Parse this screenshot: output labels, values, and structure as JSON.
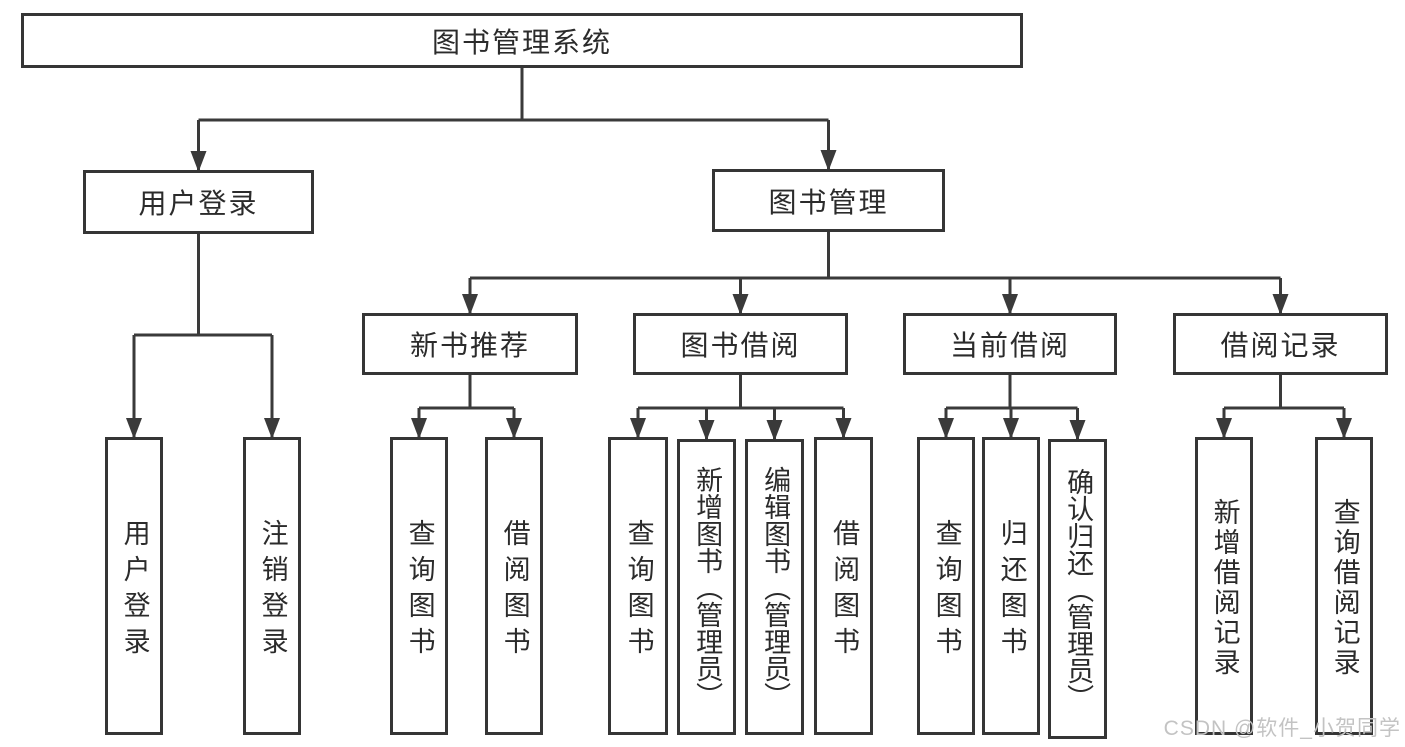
{
  "diagram": {
    "title": "图书管理系统",
    "watermark": "CSDN @软件_小贺同学",
    "colors": {
      "line": "#3a3a3a",
      "border": "#353535",
      "text": "#2b2b2b",
      "watermark": "#c3c3c3",
      "background": "#ffffff"
    },
    "nodes": [
      {
        "id": "root",
        "label": "图书管理系统"
      },
      {
        "id": "user-login-group",
        "label": "用户登录"
      },
      {
        "id": "book-mgmt",
        "label": "图书管理"
      },
      {
        "id": "new-books",
        "label": "新书推荐"
      },
      {
        "id": "book-borrow",
        "label": "图书借阅"
      },
      {
        "id": "current-borrow",
        "label": "当前借阅"
      },
      {
        "id": "borrow-records",
        "label": "借阅记录"
      },
      {
        "id": "user-login",
        "label": "用户登录"
      },
      {
        "id": "logout",
        "label": "注销登录"
      },
      {
        "id": "nb-query",
        "label": "查询图书"
      },
      {
        "id": "nb-borrow",
        "label": "借阅图书"
      },
      {
        "id": "bb-query",
        "label": "查询图书"
      },
      {
        "id": "bb-add",
        "label": "新增图书（管理员）"
      },
      {
        "id": "bb-edit",
        "label": "编辑图书（管理员）"
      },
      {
        "id": "bb-borrow",
        "label": "借阅图书"
      },
      {
        "id": "cb-query",
        "label": "查询图书"
      },
      {
        "id": "cb-return",
        "label": "归还图书"
      },
      {
        "id": "cb-confirm",
        "label": "确认归还（管理员）"
      },
      {
        "id": "br-add",
        "label": "新增借阅记录"
      },
      {
        "id": "br-query",
        "label": "查询借阅记录"
      }
    ]
  }
}
